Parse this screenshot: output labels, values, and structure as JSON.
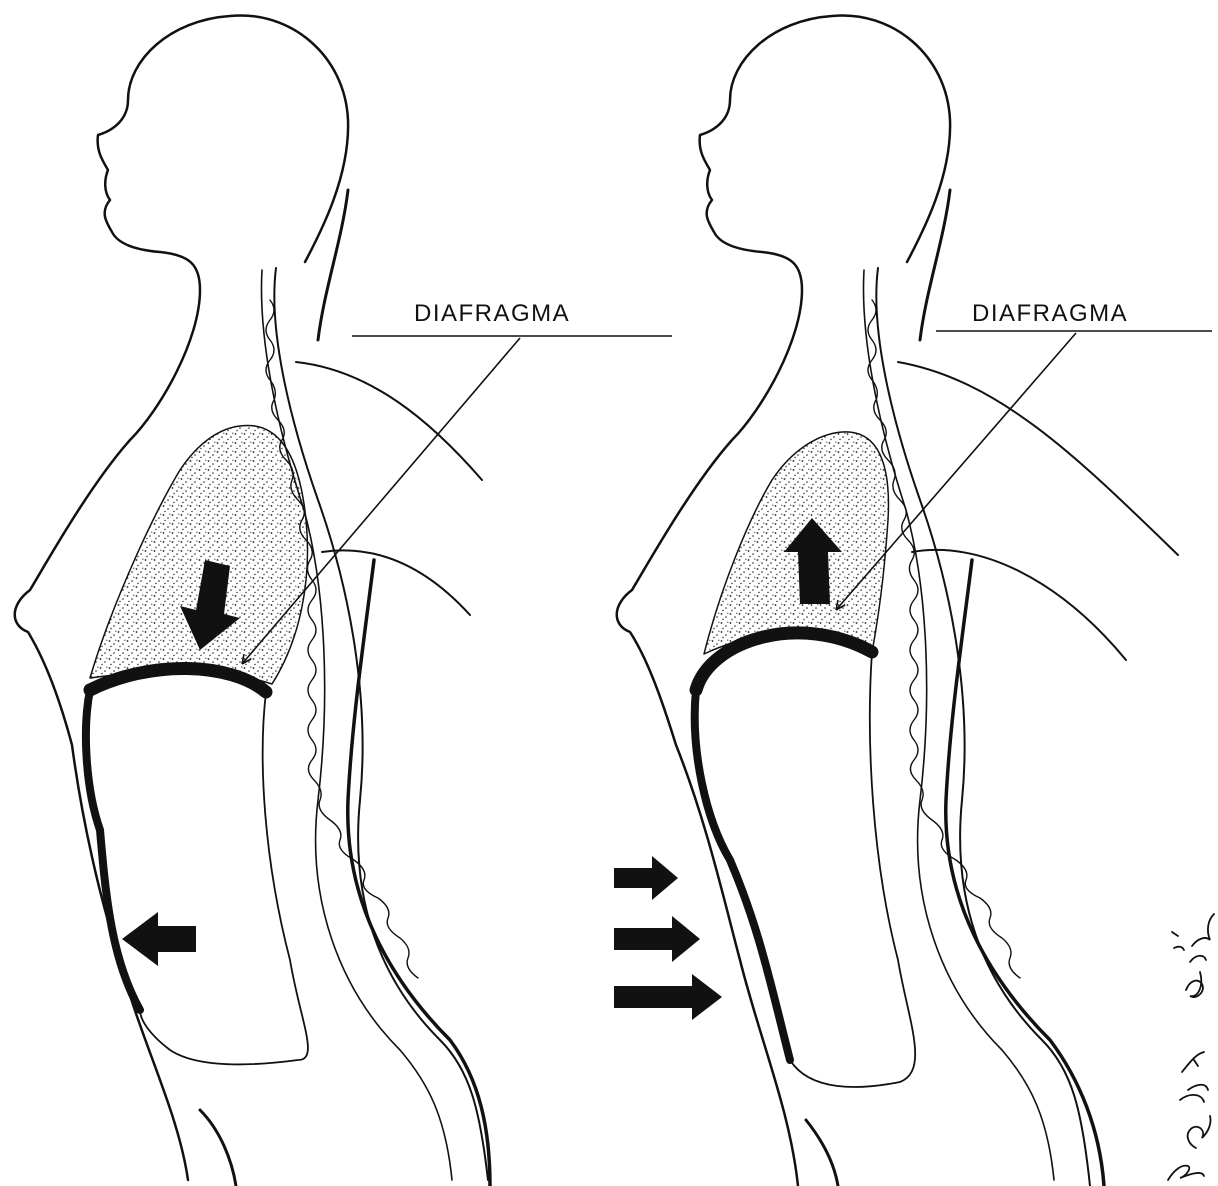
{
  "panels": [
    {
      "id": "inhale",
      "label": "DIAFRAGMA",
      "diaphragm_motion": "down",
      "abdomen_motion": "outward"
    },
    {
      "id": "exhale",
      "label": "DIAFRAGMA",
      "diaphragm_motion": "up",
      "abdomen_motion": "inward"
    }
  ],
  "signature": "Ria Čermel",
  "colors": {
    "ink": "#111111",
    "background": "#ffffff"
  }
}
